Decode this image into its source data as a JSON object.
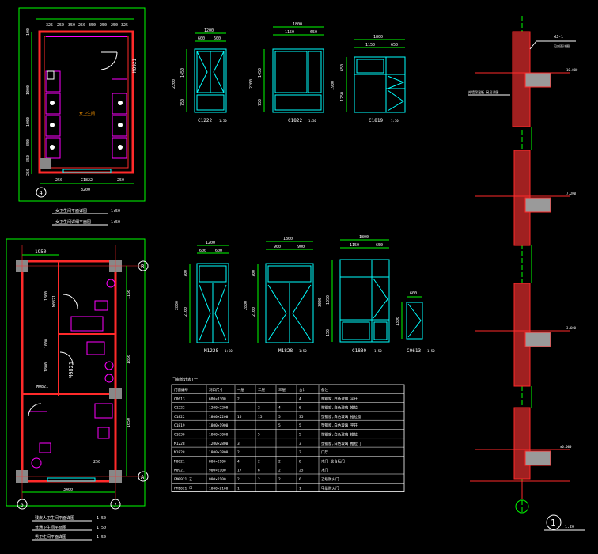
{
  "colors": {
    "background": "#000000",
    "wall_red": "#ff2a2a",
    "window_cyan": "#00ffff",
    "fixture_magenta": "#ff00ff",
    "dim_green": "#00ff00",
    "white": "#ffffff",
    "grey": "#9a9a9a"
  },
  "plan_top": {
    "top_dims": [
      "325",
      "250",
      "350",
      "250",
      "350",
      "250",
      "250",
      "325"
    ],
    "left_dims": [
      "100",
      "1000",
      "1000",
      "850",
      "850",
      "250"
    ],
    "bottom_dims": [
      "250",
      "250"
    ],
    "window_label": "C1822",
    "width_total": "3200",
    "grid_label": "4",
    "door_label": "M0921",
    "room_label": "女卫生间",
    "caption_1": "女卫生间平面详图",
    "caption_1_scale": "1:50",
    "caption_2": "女卫生间详细平面图",
    "caption_2_scale": "1:50"
  },
  "plan_bottom": {
    "top_dim": "1950",
    "width_total": "3400",
    "door_m0821_a": "M0821",
    "door_m0821_b": "M0821",
    "door_m0821_c": "M0821",
    "grid_b": "B",
    "grid_a": "A",
    "grid_6": "6",
    "grid_7": "7",
    "dim_250": "250",
    "left_dims": [
      "1800",
      "1000",
      "1800"
    ],
    "right_dims": [
      "1150",
      "1850",
      "1650"
    ],
    "caption_1": "残疾人卫生间平面详图",
    "caption_1_scale": "1:50",
    "caption_2": "普通卫生间平面图",
    "caption_2_scale": "1:50",
    "caption_3": "男卫生间平面详图",
    "caption_3_scale": "1:50"
  },
  "windows_top": [
    {
      "id": "C1222",
      "scale": "1:50",
      "w": "1200",
      "sub": [
        "600",
        "600"
      ],
      "h": "2200",
      "hsub": [
        "1450",
        "750"
      ]
    },
    {
      "id": "C1822",
      "scale": "1:50",
      "w": "1800",
      "sub": [
        "1150",
        "650"
      ],
      "h": "2200",
      "hsub": [
        "1450",
        "750"
      ]
    },
    {
      "id": "C1819",
      "scale": "1:50",
      "w": "1800",
      "sub": [
        "1150",
        "650"
      ],
      "h": "1900",
      "hsub": [
        "650",
        "1250"
      ]
    }
  ],
  "windows_bottom": [
    {
      "id": "M1228",
      "scale": "1:50",
      "w": "1200",
      "sub": [
        "600",
        "600"
      ],
      "h": "2800",
      "hsub": [
        "700",
        "2100"
      ]
    },
    {
      "id": "M1828",
      "scale": "1:50",
      "w": "1800",
      "sub": [
        "900",
        "900"
      ],
      "h": "2800",
      "hsub": [
        "700",
        "2100"
      ]
    },
    {
      "id": "C1830",
      "scale": "1:50",
      "w": "1800",
      "sub": [
        "1150",
        "650"
      ],
      "h": "3000",
      "hsub": [
        "1050",
        "150"
      ]
    },
    {
      "id": "C0613",
      "scale": "1:50",
      "w": "600",
      "sub": [],
      "h": "1300",
      "hsub": []
    }
  ],
  "door_table": {
    "title": "门窗统计表(一)",
    "headers": [
      "门窗编号",
      "洞口尺寸",
      "一层",
      "二层",
      "三层",
      "合计",
      "备注"
    ],
    "rows": [
      [
        "C0613",
        "600×1300",
        "2",
        "",
        "",
        "4",
        "塑钢窗,白色玻璃 平开"
      ],
      [
        "C1222",
        "1200×2200",
        "",
        "2",
        "4",
        "6",
        "塑钢窗,白色玻璃 推拉"
      ],
      [
        "C1822",
        "1800×2200",
        "15",
        "15",
        "5",
        "35",
        "塑钢窗,白色玻璃 推拉窗"
      ],
      [
        "C1819",
        "1800×1900",
        "",
        "",
        "5",
        "5",
        "塑钢窗,白色玻璃 平开"
      ],
      [
        "C1830",
        "1800×3000",
        "",
        "5",
        "",
        "5",
        "塑钢窗,白色玻璃 推拉"
      ],
      [
        "M1228",
        "1200×2800",
        "3",
        "",
        "",
        "3",
        "塑钢窗,白色玻璃 推拉门"
      ],
      [
        "M1828",
        "1800×2800",
        "2",
        "",
        "",
        "2",
        "门厅"
      ],
      [
        "M0821",
        "800×2100",
        "4",
        "2",
        "2",
        "8",
        "木门 胶合板门"
      ],
      [
        "M0921",
        "900×2100",
        "17",
        "6",
        "2",
        "25",
        "木门"
      ],
      [
        "FM0921 乙",
        "900×2100",
        "2",
        "2",
        "2",
        "6",
        "乙级防火门"
      ],
      [
        "FM1021 甲",
        "1000×2100",
        "1",
        "",
        "",
        "1",
        "甲级防火门"
      ]
    ]
  },
  "section": {
    "label_top": "WJ-1",
    "label_note": "见剖面详图",
    "note_side": "外墙保温板 另见详图",
    "levels": [
      "±0.000",
      "3.600",
      "7.200",
      "10.800"
    ],
    "circle": "1",
    "scale": "1:20"
  }
}
